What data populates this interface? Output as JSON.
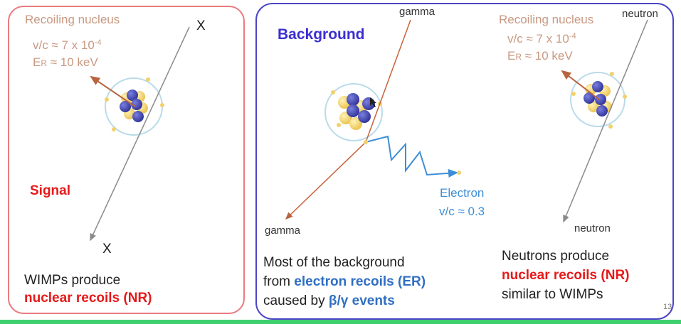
{
  "signal": {
    "recoil_title": "Recoiling nucleus",
    "velocity_prefix": "v/c ≈ 7 x 10",
    "velocity_exp": "-4",
    "energy_e": "E",
    "energy_sub": "R",
    "energy_rest": " ≈ 10 keV",
    "particle_top": "X",
    "particle_bottom": "X",
    "label": "Signal",
    "caption_line1": "WIMPs produce",
    "caption_line2": "nuclear recoils (NR)"
  },
  "background": {
    "title": "Background",
    "gamma_top": "gamma",
    "gamma_bottom": "gamma",
    "electron_label": "Electron",
    "electron_velocity": "v/c ≈ 0.3",
    "caption_line1": "Most of the background",
    "caption_line2_prefix": "from ",
    "caption_line2_em": "electron recoils (ER)",
    "caption_line3_prefix": "caused by ",
    "caption_line3_em": "β/γ events"
  },
  "neutron": {
    "recoil_title": "Recoiling nucleus",
    "velocity_prefix": "v/c ≈ 7 x 10",
    "velocity_exp": "-4",
    "energy_e": "E",
    "energy_sub": "R",
    "energy_rest": " ≈ 10 keV",
    "particle_top": "neutron",
    "particle_bottom": "neutron",
    "caption_line1": "Neutrons produce",
    "caption_line2": "nuclear recoils (NR)",
    "caption_line3": "similar to WIMPs"
  },
  "slide_number": "13",
  "colors": {
    "signal_border": "#e97a7f",
    "background_border": "#4b45c8",
    "recoil_arrow": "#b8653f",
    "gamma_line": "#c8623a",
    "electron_path": "#3d8ed6",
    "incoming_line": "#8a8a8a",
    "nucleus_blue": "#3f43b0",
    "nucleus_yellow": "#f3d16a",
    "orbit": "#b9dbea"
  }
}
